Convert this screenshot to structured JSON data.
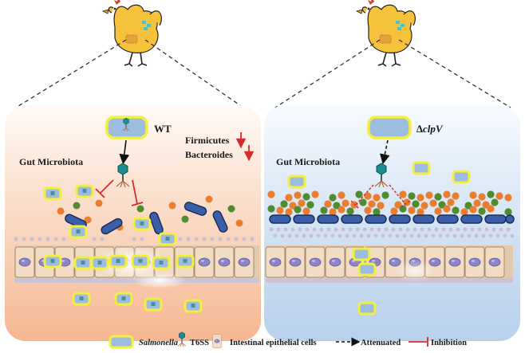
{
  "left_panel": {
    "strain_label": "WT",
    "section_title": "Gut Microbiota",
    "taxa": [
      "Firmicutes",
      "Bacteroides"
    ],
    "taxa_trend": "decreased"
  },
  "right_panel": {
    "strain_label": "∆clpV",
    "section_title": "Gut Microbiota"
  },
  "legend": {
    "salmonella": "Salmonella",
    "t6ss": "T6SS",
    "epithelial": "Intestinal epithelial cells",
    "attenuated": "Attenuated",
    "inhibition": "Inhibition"
  },
  "colors": {
    "left_background": "#f7c9ad",
    "right_background": "#c9ddf1",
    "salmonella_fill": "#9dbde0",
    "salmonella_outline": "#f3ef3b",
    "bacteroides_rod": "#3a5fa8",
    "firmicutes_orange": "#ea7d2f",
    "firmicutes_green": "#4f8b2f",
    "inhibition_line": "#d62b2b",
    "down_arrow": "#d62b2b",
    "chicken_body": "#f7c23b",
    "epithelium": "#f1dcc4"
  }
}
